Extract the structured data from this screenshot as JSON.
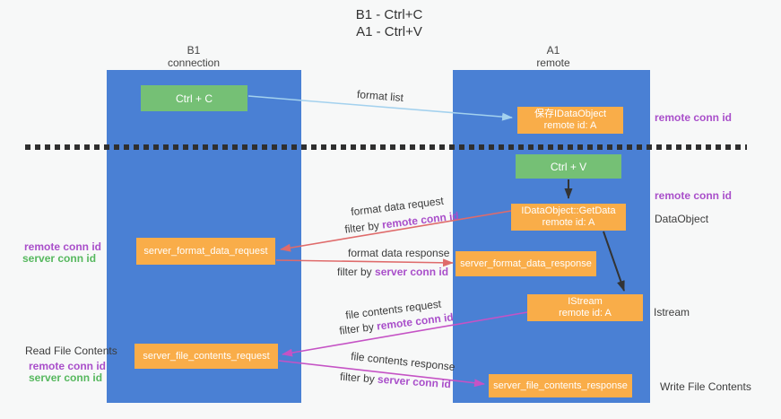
{
  "title": {
    "line1": "B1 - Ctrl+C",
    "line2": "A1 - Ctrl+V"
  },
  "lanes": {
    "left": {
      "name": "B1",
      "role": "connection"
    },
    "right": {
      "name": "A1",
      "role": "remote"
    }
  },
  "boxes": {
    "ctrl_c": {
      "label": "Ctrl + C"
    },
    "save_idataobject": {
      "line1": "保存IDataObject",
      "line2": "remote id: A"
    },
    "ctrl_v": {
      "label": "Ctrl + V"
    },
    "getdata": {
      "line1": "IDataObject::GetData",
      "line2": "remote id: A"
    },
    "format_request": {
      "label": "server_format_data_request"
    },
    "format_response": {
      "label": "server_format_data_response"
    },
    "istream": {
      "line1": "IStream",
      "line2": "remote id: A"
    },
    "file_request": {
      "label": "server_file_contents_request"
    },
    "file_response": {
      "label": "server_file_contents_response"
    }
  },
  "arrow_labels": {
    "format_list": "format list",
    "format_data_request": "format data request",
    "format_data_request_filter_prefix": "filter by ",
    "format_data_request_filter_key": "remote conn id",
    "format_data_response": "format data response",
    "format_data_response_filter_prefix": "filter by ",
    "format_data_response_filter_key": "server conn id",
    "file_contents_request": "file contents request",
    "file_contents_request_filter_prefix": "filter by ",
    "file_contents_request_filter_key": "remote conn id",
    "file_contents_response": "file contents response",
    "file_contents_response_filter_prefix": "filter by ",
    "file_contents_response_filter_key": "server conn id"
  },
  "annotations": {
    "right": {
      "remote_conn_id_top": "remote conn id",
      "remote_conn_id_mid": "remote conn id",
      "dataobject": "DataObject",
      "istream": "Istream",
      "write_file_contents": "Write File Contents"
    },
    "left": {
      "remote_conn_id_mid": "remote conn id",
      "server_conn_id_mid": "server conn id",
      "read_file_contents": "Read File Contents",
      "remote_conn_id_bottom": "remote conn id",
      "server_conn_id_bottom": "server conn id"
    }
  },
  "colors": {
    "lane_blue": "#4a80d4",
    "box_green": "#75c075",
    "box_orange": "#f9ad49",
    "arrow_light_blue": "#a3d1ee",
    "arrow_red": "#df6b6b",
    "arrow_magenta": "#c553c5",
    "arrow_black": "#333333",
    "text_purple": "#a94fca",
    "text_green": "#56b85e",
    "background": "#f7f8f8"
  }
}
